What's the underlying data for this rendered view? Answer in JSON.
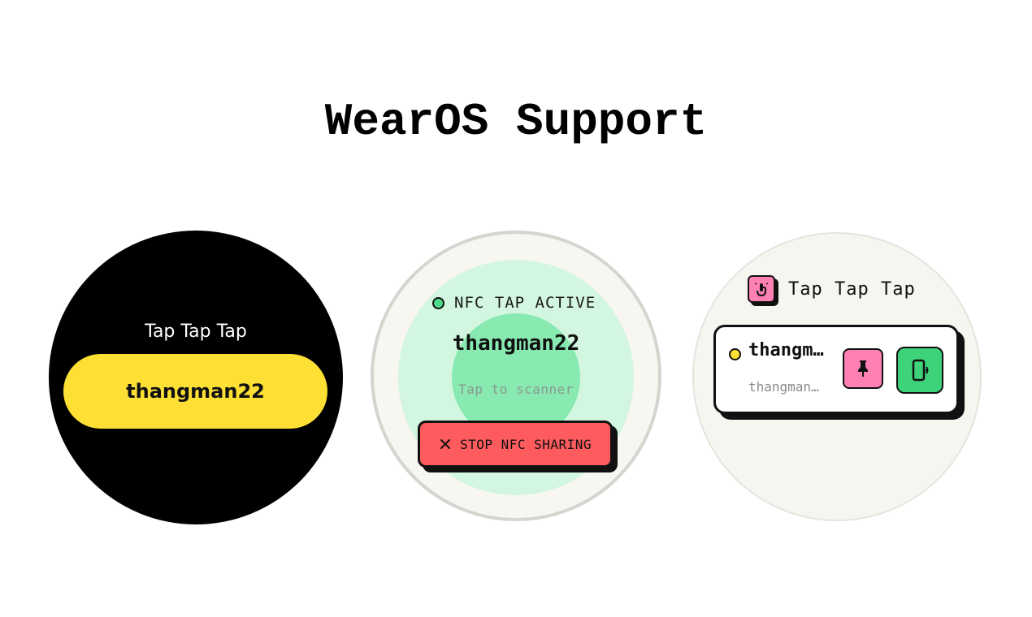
{
  "page": {
    "title": "WearOS Support"
  },
  "watch_1": {
    "app_label": "Tap Tap Tap",
    "profile_chip_label": "thangman22",
    "colors": {
      "background": "#000000",
      "chip": "#fde033"
    }
  },
  "watch_2": {
    "status_label": "NFC TAP ACTIVE",
    "username": "thangman22",
    "hint": "Tap to scanner",
    "stop_button_label": "STOP NFC SHARING",
    "icons": {
      "stop": "close-icon",
      "status": "status-dot"
    },
    "colors": {
      "ring_outer": "#d3f6e0",
      "ring_inner": "#88e9b1",
      "stop_button": "#fe5b5e",
      "status_dot": "#4fd98b"
    }
  },
  "watch_3": {
    "app_label": "Tap Tap Tap",
    "card": {
      "title": "thangm…",
      "subtitle": "thangman…"
    },
    "icons": {
      "app": "touch-icon",
      "pin": "pin-icon",
      "share": "phone-nfc-icon"
    },
    "colors": {
      "app_icon": "#ff80b3",
      "pin_button": "#ff80b3",
      "share_button": "#3ed37b",
      "card_dot": "#fde033"
    }
  }
}
